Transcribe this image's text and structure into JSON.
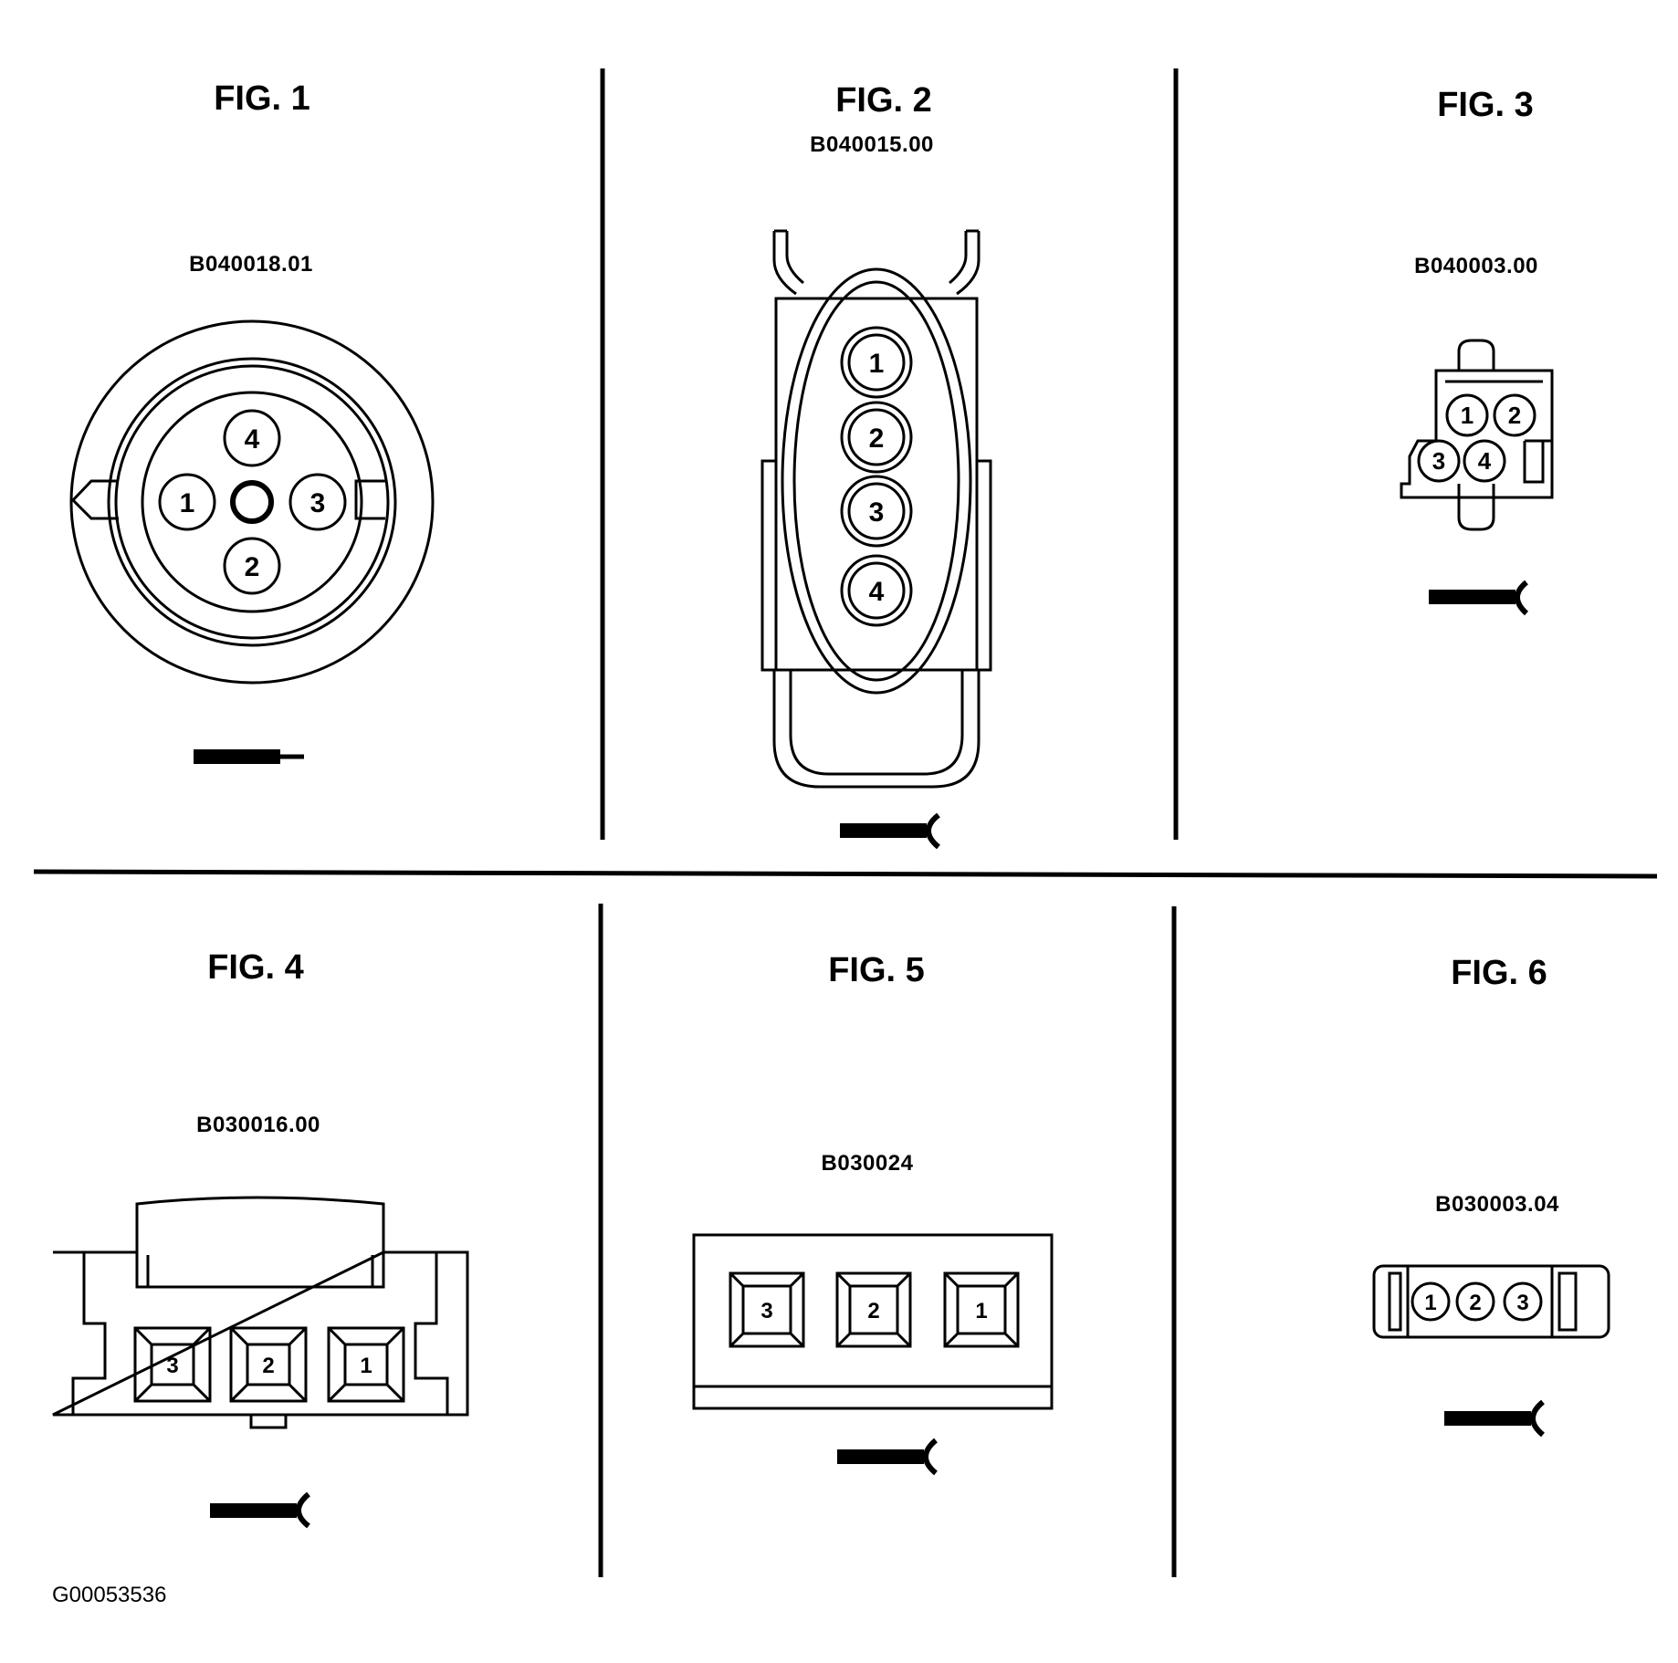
{
  "figures": [
    {
      "title": "FIG. 1",
      "part_number": "B040018.01",
      "pins": [
        "1",
        "2",
        "3",
        "4"
      ],
      "terminal": "pin-terminal-icon"
    },
    {
      "title": "FIG. 2",
      "part_number": "B040015.00",
      "pins": [
        "1",
        "2",
        "3",
        "4"
      ],
      "terminal": "socket-terminal-icon"
    },
    {
      "title": "FIG. 3",
      "part_number": "B040003.00",
      "pins": [
        "1",
        "2",
        "3",
        "4"
      ],
      "terminal": "socket-terminal-icon"
    },
    {
      "title": "FIG. 4",
      "part_number": "B030016.00",
      "pins": [
        "3",
        "2",
        "1"
      ],
      "terminal": "socket-terminal-icon"
    },
    {
      "title": "FIG. 5",
      "part_number": "B030024",
      "pins": [
        "3",
        "2",
        "1"
      ],
      "terminal": "socket-terminal-icon"
    },
    {
      "title": "FIG. 6",
      "part_number": "B030003.04",
      "pins": [
        "1",
        "2",
        "3"
      ],
      "terminal": "socket-terminal-icon"
    }
  ],
  "drawing_id": "G00053536"
}
